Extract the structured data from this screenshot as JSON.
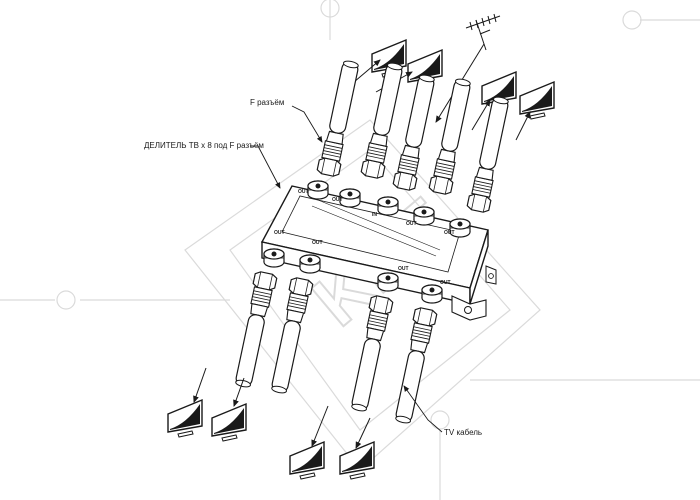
{
  "labels": {
    "connector": "F разъём",
    "splitter": "ДЕЛИТЕЛЬ ТВ х 8 под F разъём",
    "cable": "TV кабель"
  },
  "port_marks": {
    "out": "OUT",
    "input": "IN"
  },
  "watermark": {
    "text": "KKT",
    "color": "#bdbdbd"
  },
  "colors": {
    "line": "#1a1a1a",
    "fill": "#ffffff"
  },
  "icons": {
    "antenna": "antenna-icon",
    "tv": "tv-icon",
    "splitter": "splitter-icon"
  }
}
